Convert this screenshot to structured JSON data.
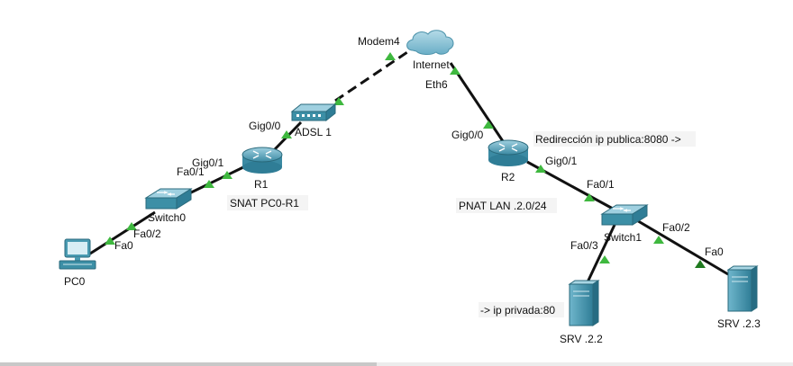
{
  "devices": {
    "pc0": {
      "name": "PC0"
    },
    "switch0": {
      "name": "Switch0"
    },
    "r1": {
      "name": "R1"
    },
    "adsl": {
      "name": "ADSL 1"
    },
    "modem": {
      "name": "Modem4"
    },
    "internet": {
      "name": "Internet"
    },
    "r2": {
      "name": "R2"
    },
    "switch1": {
      "name": "Switch1"
    },
    "srv22": {
      "name": "SRV .2.2"
    },
    "srv23": {
      "name": "SRV .2.3"
    }
  },
  "ports": {
    "pc0_fa0": "Fa0",
    "sw0_fa02": "Fa0/2",
    "sw0_fa01": "Fa0/1",
    "r1_gig01": "Gig0/1",
    "r1_gig00": "Gig0/0",
    "inet_eth6": "Eth6",
    "r2_gig00": "Gig0/0",
    "r2_gig01": "Gig0/1",
    "sw1_fa01": "Fa0/1",
    "sw1_fa02": "Fa0/2",
    "sw1_fa03": "Fa0/3",
    "srv23_fa0": "Fa0"
  },
  "notes": {
    "snat": "SNAT PC0-R1",
    "pnat": "PNAT LAN .2.0/24",
    "redir": "Redirección ip publica:8080 ->",
    "privada": "-> ip privada:80"
  },
  "colors": {
    "link": "#111111",
    "port_up": "#3fb83f",
    "port_dark": "#1f7a1f",
    "device_blue": "#3c8fa6",
    "device_light": "#8cc4d6"
  }
}
